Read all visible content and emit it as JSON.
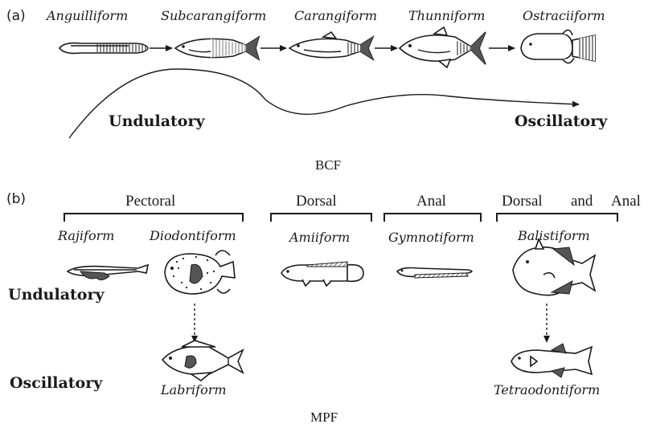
{
  "panel_a": {
    "tag": "(a)",
    "modes": [
      "Anguilliform",
      "Subcarangiform",
      "Carangiform",
      "Thunniform",
      "Ostraciiform"
    ],
    "left_label": "Undulatory",
    "right_label": "Oscillatory",
    "caption": "BCF"
  },
  "panel_b": {
    "tag": "(b)",
    "groups": {
      "pectoral": "Pectoral",
      "dorsal": "Dorsal",
      "anal": "Anal",
      "dorsal_and_anal": [
        "Dorsal",
        "and",
        "Anal"
      ]
    },
    "modes": {
      "rajiform": "Rajiform",
      "diodontiform": "Diodontiform",
      "amiiform": "Amiiform",
      "gymnotiform": "Gymnotiform",
      "balistiform": "Balistiform",
      "labriform": "Labriform",
      "tetraodontiform": "Tetraodontiform"
    },
    "row_undulatory": "Undulatory",
    "row_oscillatory": "Oscillatory",
    "caption": "MPF"
  }
}
